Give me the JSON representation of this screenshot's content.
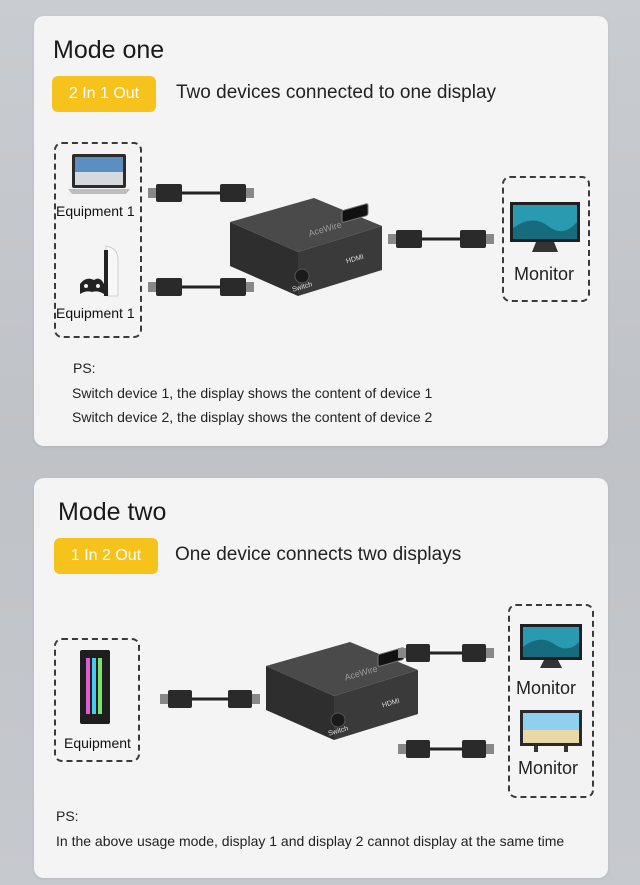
{
  "mode_one": {
    "title": "Mode one",
    "badge": "2 In 1 Out",
    "description": "Two devices connected to one display",
    "inputs": [
      "Equipment 1",
      "Equipment 1"
    ],
    "output": "Monitor",
    "device": {
      "brand": "AceWire",
      "port": "HDMI",
      "button": "Switch"
    },
    "ps_label": "PS:",
    "ps_lines": [
      "Switch device 1, the display shows the content of device 1",
      "Switch device 2, the display shows the content of device 2"
    ]
  },
  "mode_two": {
    "title": "Mode two",
    "badge": "1 In 2 Out",
    "description": "One device connects two displays",
    "input": "Equipment",
    "outputs": [
      "Monitor",
      "Monitor"
    ],
    "device": {
      "brand": "AceWire",
      "port": "HDMI",
      "button": "Switch"
    },
    "ps_label": "PS:",
    "ps_lines": [
      "In the above usage mode, display 1 and display 2 cannot display at the same time"
    ]
  },
  "colors": {
    "badge": "#f6c21c",
    "card": "#f4f4f4",
    "device": "#3b3b3b"
  }
}
